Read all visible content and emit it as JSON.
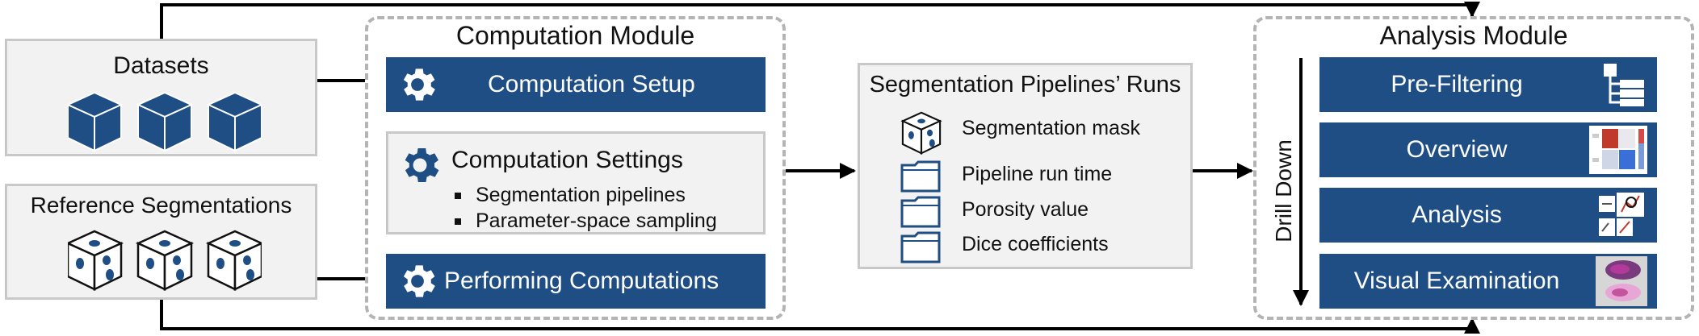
{
  "inputs": {
    "datasets_title": "Datasets",
    "reference_title": "Reference Segmentations"
  },
  "computation_module": {
    "title": "Computation Module",
    "setup_label": "Computation Setup",
    "settings_title": "Computation Settings",
    "settings_items": [
      "Segmentation pipelines",
      "Parameter-space sampling"
    ],
    "performing_label": "Performing Computations"
  },
  "runs": {
    "title": "Segmentation Pipelines’ Runs",
    "items": [
      {
        "label": "Segmentation mask",
        "icon": "cube-icon"
      },
      {
        "label": "Pipeline run time",
        "icon": "folder-icon"
      },
      {
        "label": "Porosity value",
        "icon": "folder-icon"
      },
      {
        "label": "Dice coefficients",
        "icon": "folder-icon"
      }
    ]
  },
  "analysis_module": {
    "title": "Analysis Module",
    "drill_down_label": "Drill Down",
    "steps": [
      {
        "label": "Pre-Filtering",
        "icon": "hierarchy-icon"
      },
      {
        "label": "Overview",
        "icon": "heatmap-icon"
      },
      {
        "label": "Analysis",
        "icon": "scatter-plot-icon"
      },
      {
        "label": "Visual Examination",
        "icon": "image-thumbnail-icon"
      }
    ]
  },
  "colors": {
    "accent_blue": "#1f4e85",
    "panel_gray": "#f2f2f2",
    "border_gray": "#c8c8c8",
    "dashed_gray": "#b4b4b4"
  }
}
